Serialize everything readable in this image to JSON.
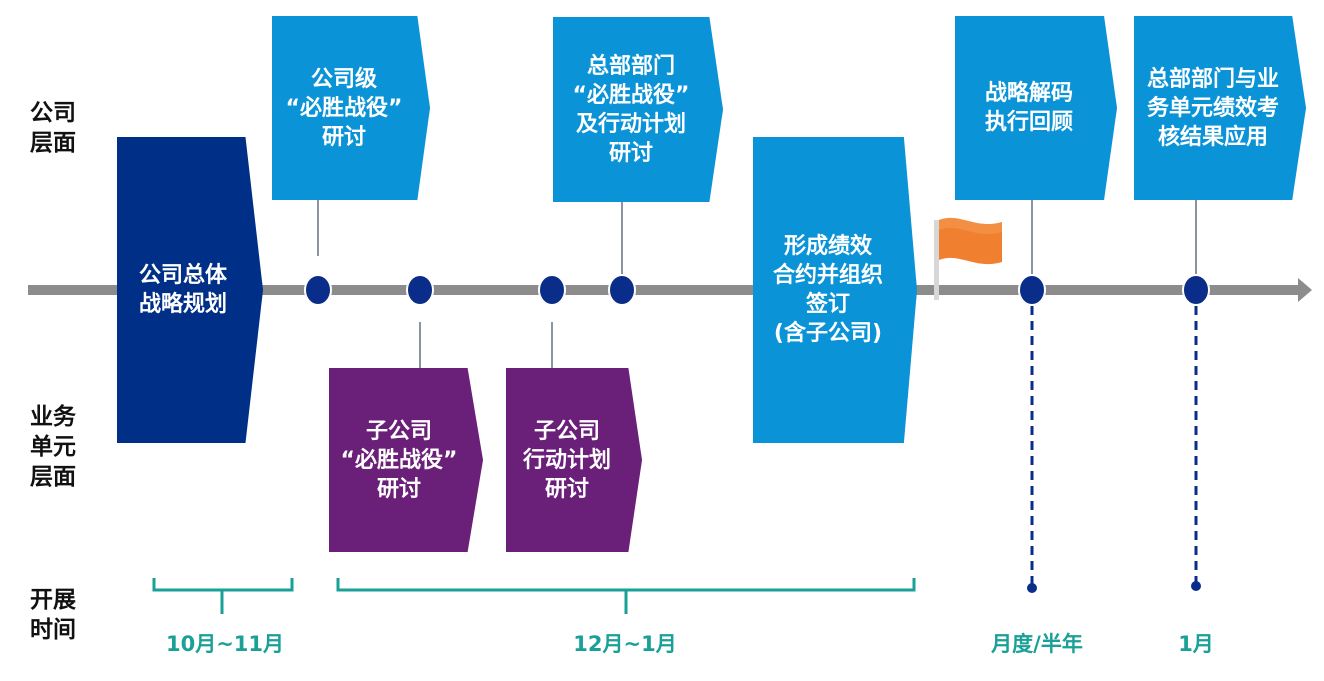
{
  "row_labels": {
    "company": "公司\n层面",
    "business": "业务\n单元\n层面",
    "time": "开展\n时间"
  },
  "boxes": {
    "overall_strategy": "公司总体\n战略规划",
    "company_battle": "公司级\n“必胜战役”\n研讨",
    "hq_battle": "总部部门\n“必胜战役”\n及行动计划\n研讨",
    "performance_contract": "形成绩效\n合约并组织\n签订\n(含子公司)",
    "strategy_review": "战略解码\n执行回顾",
    "hq_assessment": "总部部门与业\n务单元绩效考\n核结果应用",
    "sub_battle": "子公司\n“必胜战役”\n研讨",
    "sub_plan": "子公司\n行动计划\n研讨"
  },
  "time_labels": {
    "t1": "10月~11月",
    "t2": "12月~1月",
    "t3": "月度/半年",
    "t4": "1月"
  },
  "colors": {
    "navy": "#002f87",
    "blue": "#0b93d7",
    "purple": "#6a1f79",
    "axis": "#8c8c8c",
    "teal": "#1aa097",
    "flag": "#f07f2f",
    "dot": "#0a2d8a"
  }
}
